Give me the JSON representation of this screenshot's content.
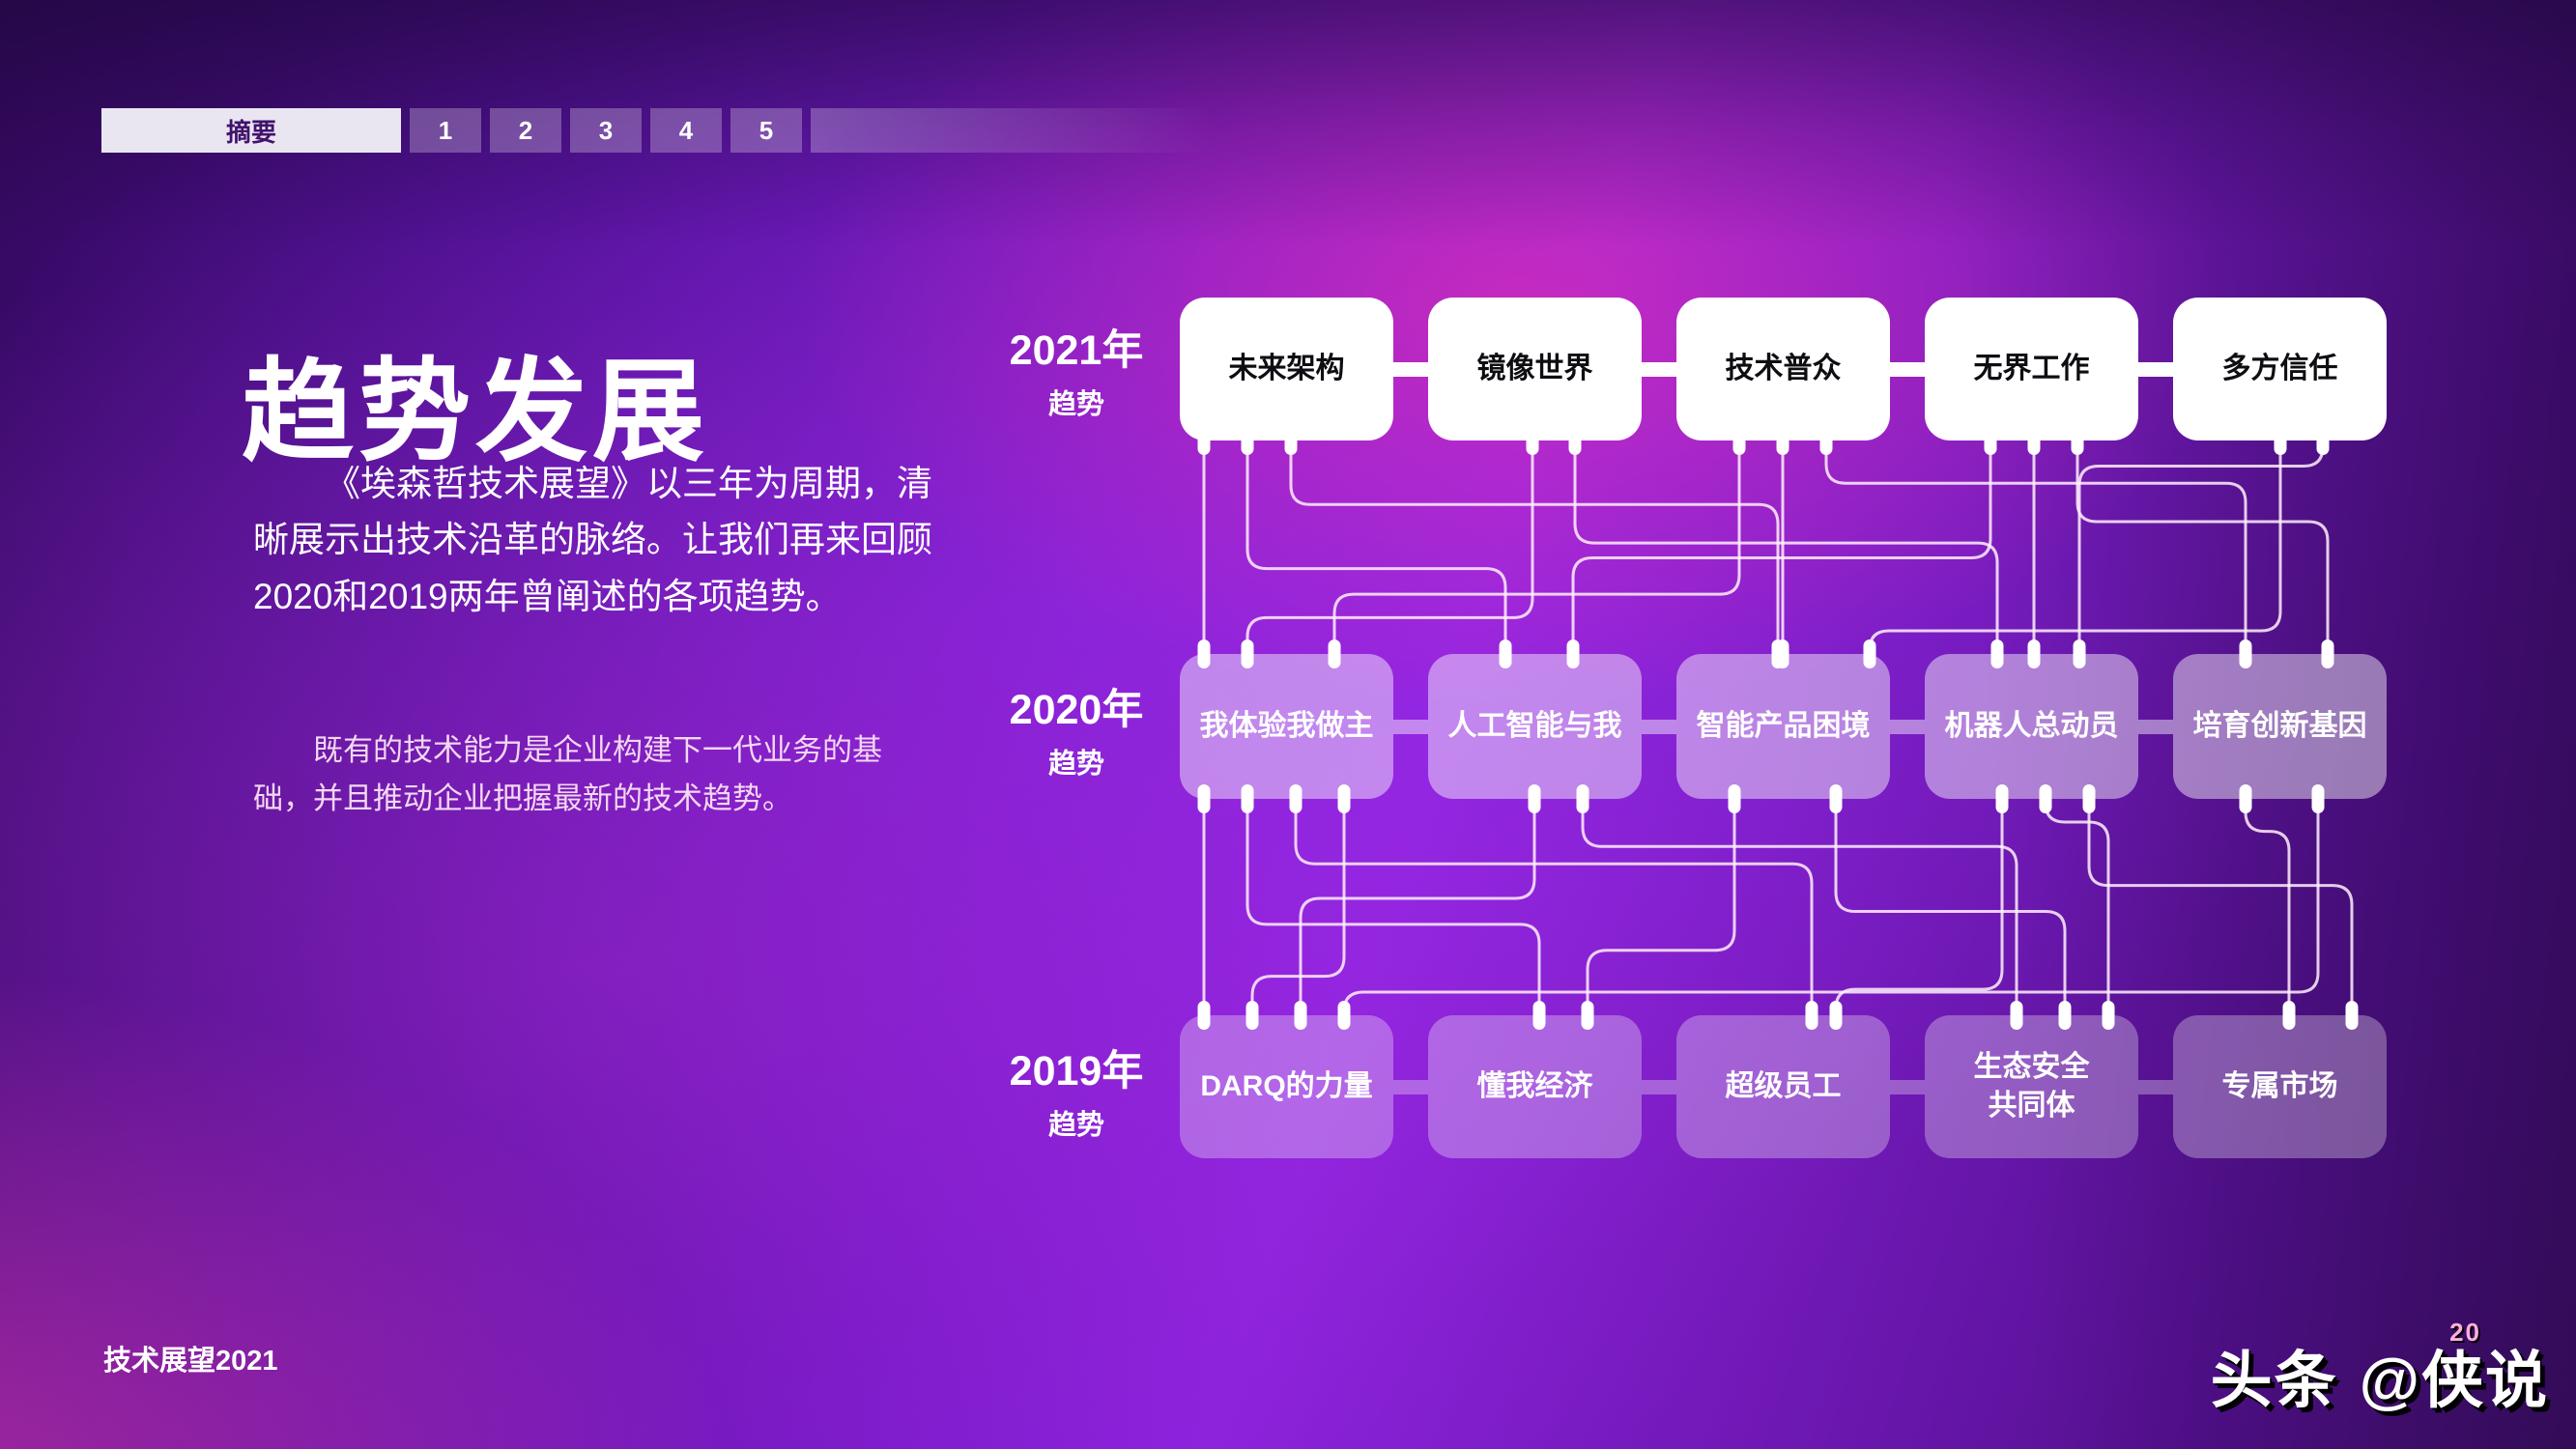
{
  "colors": {
    "background_purple": "#8a22dd",
    "pink_glow": "#ff32a0",
    "box_white": "#ffffff",
    "box_lavender": "#b795ec",
    "box_lavender_dark": "#9a6fe4",
    "summary_text": "#41136b"
  },
  "progress": {
    "summary_label": "摘要",
    "tabs": [
      "1",
      "2",
      "3",
      "4",
      "5"
    ]
  },
  "left": {
    "title": "趋势发展",
    "para1": "《埃森哲技术展望》以三年为周期，清晰展示出技术沿革的脉络。让我们再来回顾2020和2019两年曾阐述的各项趋势。",
    "para2": "既有的技术能力是企业构建下一代业务的基础，并且推动企业把握最新的技术趋势。"
  },
  "footer": {
    "doc_label": "技术展望2021"
  },
  "watermark": {
    "brand": "头条",
    "handle": "@侠说",
    "sup": "20"
  },
  "diagram": {
    "rows": [
      {
        "year": "2021年",
        "sub": "趋势",
        "style": "solid",
        "boxes": [
          "未来架构",
          "镜像世界",
          "技术普众",
          "无界工作",
          "多方信任"
        ]
      },
      {
        "year": "2020年",
        "sub": "趋势",
        "style": "glass-light",
        "boxes": [
          "我体验我做主",
          "人工智能与我",
          "智能产品困境",
          "机器人总动员",
          "培育创新基因"
        ]
      },
      {
        "year": "2019年",
        "sub": "趋势",
        "style": "glass",
        "boxes": [
          "DARQ的力量",
          "懂我经济",
          "超级员工",
          "生态安全\n共同体",
          "专属市场"
        ]
      }
    ],
    "connections": [
      [
        {
          "f": [
            0,
            25
          ],
          "t": [
            0,
            25
          ],
          "lane": null
        },
        {
          "f": [
            0,
            70
          ],
          "t": [
            1,
            80
          ],
          "lane": 0.6
        },
        {
          "f": [
            0,
            115
          ],
          "t": [
            2,
            105
          ],
          "lane": 0.3
        },
        {
          "f": [
            1,
            108
          ],
          "t": [
            0,
            70
          ],
          "lane": 0.83
        },
        {
          "f": [
            1,
            152
          ],
          "t": [
            3,
            75
          ],
          "lane": 0.48
        },
        {
          "f": [
            2,
            65
          ],
          "t": [
            0,
            160
          ],
          "lane": 0.72
        },
        {
          "f": [
            2,
            110
          ],
          "t": [
            2,
            110
          ],
          "lane": null
        },
        {
          "f": [
            2,
            155
          ],
          "t": [
            4,
            75
          ],
          "lane": 0.2
        },
        {
          "f": [
            3,
            68
          ],
          "t": [
            1,
            150
          ],
          "lane": 0.55
        },
        {
          "f": [
            3,
            113
          ],
          "t": [
            3,
            113
          ],
          "lane": null
        },
        {
          "f": [
            3,
            158
          ],
          "t": [
            4,
            160
          ],
          "lane": 0.38
        },
        {
          "f": [
            4,
            111
          ],
          "t": [
            2,
            200
          ],
          "lane": 0.9
        },
        {
          "f": [
            4,
            155
          ],
          "t": [
            3,
            160
          ],
          "lane": 0.12
        }
      ],
      [
        {
          "f": [
            0,
            25
          ],
          "t": [
            0,
            25
          ],
          "lane": null
        },
        {
          "f": [
            0,
            70
          ],
          "t": [
            1,
            115
          ],
          "lane": 0.58
        },
        {
          "f": [
            0,
            120
          ],
          "t": [
            2,
            140
          ],
          "lane": 0.3
        },
        {
          "f": [
            0,
            170
          ],
          "t": [
            0,
            75
          ],
          "lane": 0.82
        },
        {
          "f": [
            1,
            110
          ],
          "t": [
            0,
            125
          ],
          "lane": 0.46
        },
        {
          "f": [
            1,
            160
          ],
          "t": [
            3,
            95
          ],
          "lane": 0.22
        },
        {
          "f": [
            2,
            60
          ],
          "t": [
            1,
            165
          ],
          "lane": 0.7
        },
        {
          "f": [
            2,
            165
          ],
          "t": [
            3,
            145
          ],
          "lane": 0.52
        },
        {
          "f": [
            3,
            80
          ],
          "t": [
            2,
            165
          ],
          "lane": 0.88
        },
        {
          "f": [
            3,
            125
          ],
          "t": [
            3,
            190
          ],
          "lane": 0.08
        },
        {
          "f": [
            3,
            170
          ],
          "t": [
            4,
            185
          ],
          "lane": 0.4
        },
        {
          "f": [
            4,
            75
          ],
          "t": [
            4,
            120
          ],
          "lane": 0.15
        },
        {
          "f": [
            4,
            150
          ],
          "t": [
            0,
            170
          ],
          "lane": 0.9
        }
      ]
    ]
  }
}
